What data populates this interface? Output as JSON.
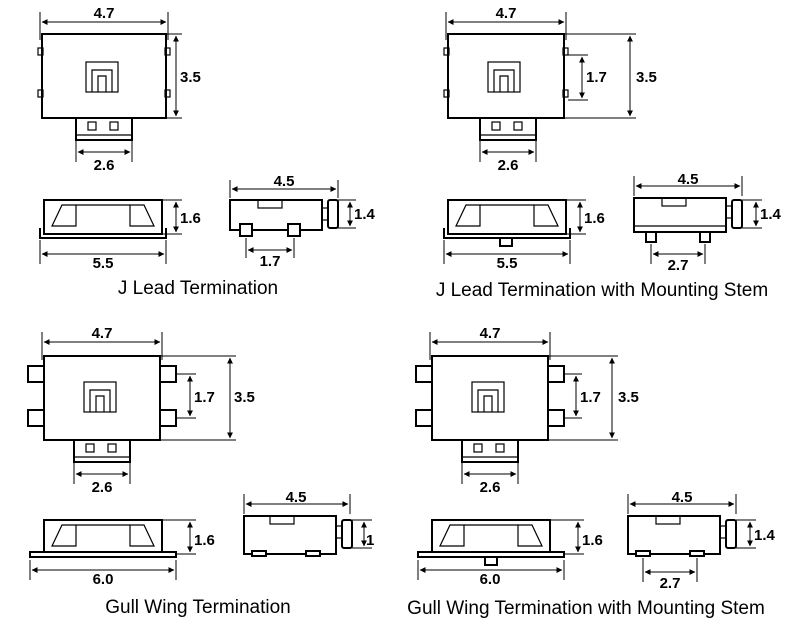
{
  "diagrams": [
    {
      "caption": "J Lead Termination",
      "top_width": "4.7",
      "top_height": "3.5",
      "stem_width": "2.6",
      "side_width": "5.5",
      "side_height": "1.6",
      "end_width": "4.5",
      "end_height": "1.4",
      "end_pitch": "1.7"
    },
    {
      "caption": "J Lead Termination with Mounting Stem",
      "top_width": "4.7",
      "top_height": "3.5",
      "inner_height": "1.7",
      "stem_width": "2.6",
      "side_width": "5.5",
      "side_height": "1.6",
      "end_width": "4.5",
      "end_height": "1.4",
      "end_pitch": "2.7"
    },
    {
      "caption": "Gull Wing Termination",
      "top_width": "4.7",
      "top_height": "3.5",
      "inner_height": "1.7",
      "stem_width": "2.6",
      "side_width": "6.0",
      "side_height": "1.6",
      "end_width": "4.5",
      "end_height_partial": "1"
    },
    {
      "caption": "Gull Wing Termination with Mounting Stem",
      "top_width": "4.7",
      "top_height": "3.5",
      "inner_height": "1.7",
      "stem_width": "2.6",
      "side_width": "6.0",
      "side_height": "1.6",
      "end_width": "4.5",
      "end_height": "1.4",
      "end_pitch": "2.7"
    }
  ]
}
